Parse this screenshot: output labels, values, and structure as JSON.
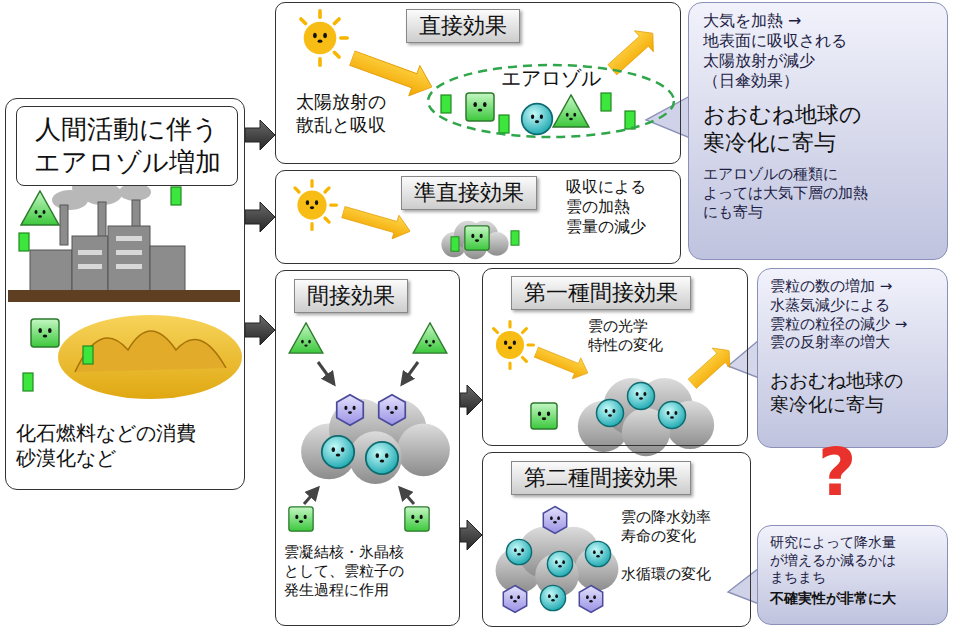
{
  "diagram": {
    "nodes": [
      {
        "text": [
          "化石燃料などの消費 砂漠化など"
        ]
      },
      {
        "text": [
          "人間活動に伴う エアロゾル増加"
        ],
        "in": 0
      },
      {
        "text": [
          "直接効果",
          "太陽放射の 散乱と吸収"
        ]
      },
      {
        "text": [
          "エアロゾル"
        ],
        "in": 2
      },
      {
        "text": [
          "大気を加熱 →地表面に吸収される 太陽放射が減少 （日傘効果）",
          "おおむね地球の 寒冷化に寄与",
          "エアロゾルの種類に よっては大気下層の加熱 にも寄与"
        ]
      },
      {
        "text": [
          "準直接効果",
          "吸収による 雲の加熱 雲量の減少"
        ]
      },
      {
        "text": [
          "間接効果",
          "雲凝結核・氷晶核 として、雲粒子の 発生過程に作用"
        ]
      },
      {
        "text": [
          "第一種間接効果",
          "雲の光学 特性の変化"
        ]
      },
      {
        "text": [
          "雲粒の数の増加 →水蒸気減少による 雲粒の粒径の減少 →雲の反射率の増大",
          "おおむね地球の 寒冷化に寄与"
        ]
      },
      {
        "text": [
          "第二種間接効果",
          "雲の降水効率 寿命の変化",
          "水循環の変化"
        ]
      },
      {
        "text": [
          "研究によって降水量 が増えるか減るかは まちまち",
          "不確実性が非常に大"
        ]
      }
    ],
    "edges": [
      {
        "from": 0,
        "to": 2,
        "arrow": "to"
      },
      {
        "from": 0,
        "to": 5,
        "arrow": "to"
      },
      {
        "from": 0,
        "to": 6,
        "arrow": "to"
      },
      {
        "from": 6,
        "to": 7,
        "arrow": "to"
      },
      {
        "from": 6,
        "to": 9,
        "arrow": "to"
      }
    ],
    "labels": [
      "?"
    ]
  }
}
